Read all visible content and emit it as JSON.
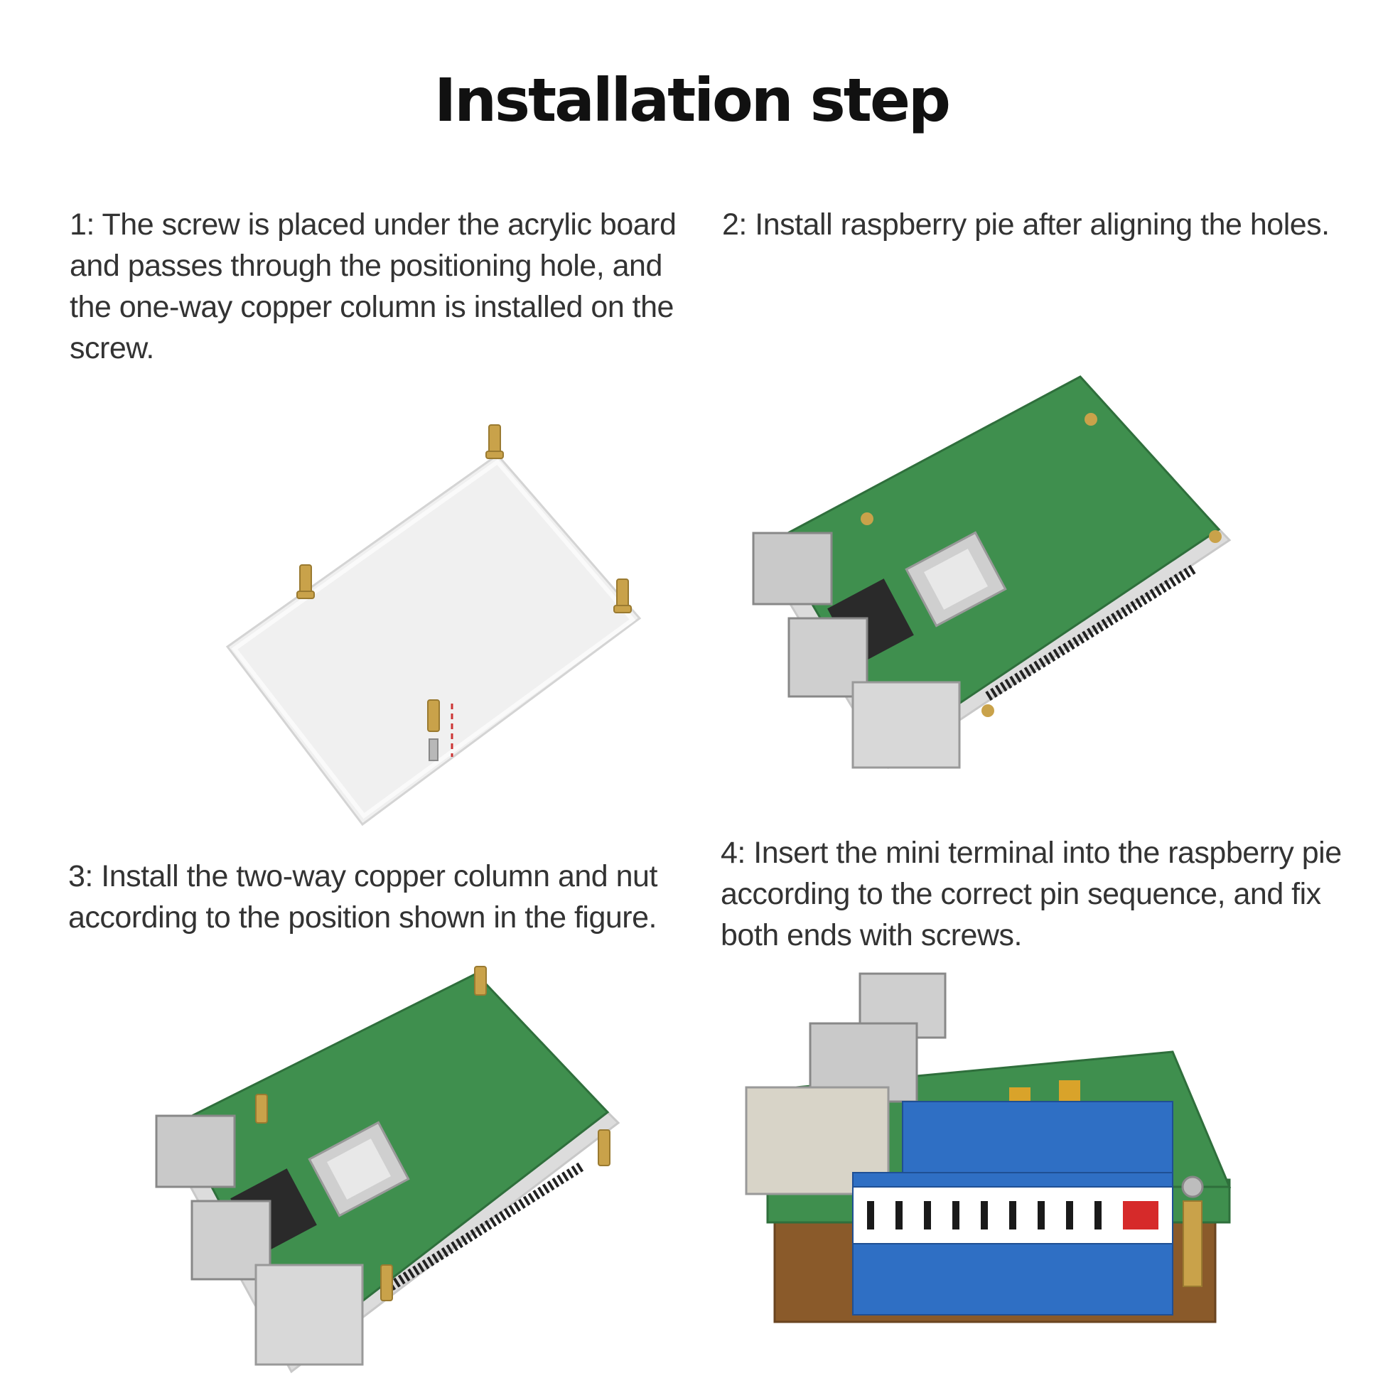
{
  "title": "Installation step",
  "steps": [
    {
      "text": "1: The screw is placed under the acrylic board and passes through the positioning hole, and the one-way copper column is installed on the screw.",
      "image": "acrylic-board-with-copper-columns"
    },
    {
      "text": "2: Install raspberry pie after aligning the holes.",
      "image": "raspberry-pi-on-acrylic-board"
    },
    {
      "text": "3: Install the two-way copper column and nut according to the position shown in the figure.",
      "image": "raspberry-pi-with-two-way-copper-columns"
    },
    {
      "text": "4: Insert the mini terminal into the raspberry pie according to the correct pin sequence, and fix both ends with screws.",
      "image": "raspberry-pi-with-mini-terminal-block"
    }
  ],
  "colors": {
    "pcb": "#3f8f4e",
    "brass": "#c9a24a",
    "terminal_blue": "#2f6fc4",
    "acrylic": "#f2f2f2"
  }
}
